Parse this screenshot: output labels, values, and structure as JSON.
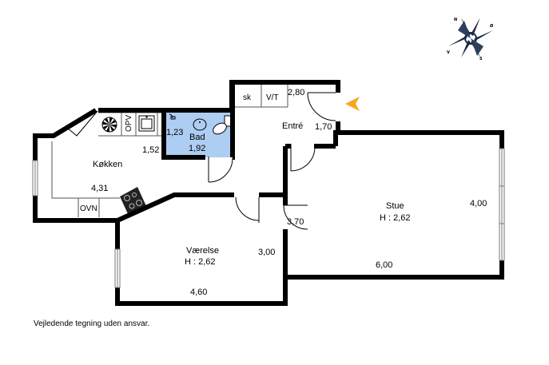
{
  "compass": {
    "north": "N",
    "east": "Ø",
    "south": "S",
    "west": "V"
  },
  "rooms": {
    "kitchen": {
      "name": "Køkken",
      "dim_width": "4,31",
      "dim_depth": "1,52"
    },
    "bath": {
      "name": "Bad",
      "dim_width": "1,23",
      "dim_depth": "1,92"
    },
    "entry": {
      "name": "Entré",
      "dim_width": "2,80",
      "dim_depth": "1,70"
    },
    "living": {
      "name": "Stue",
      "height": "H : 2,62",
      "dim_width": "6,00",
      "dim_depth": "4,00"
    },
    "bedroom": {
      "name": "Værelse",
      "height": "H : 2,62",
      "dim_width": "4,60",
      "dim_depth": "3,00"
    },
    "hall": {
      "dim": "3,70"
    }
  },
  "fixtures": {
    "sk": "sk",
    "vt": "V/T",
    "opv": "OPV",
    "ovn": "OVN"
  },
  "entrance_color": "#f5a623",
  "bath_color": "#aecdf2",
  "disclaimer": "Vejledende tegning uden ansvar."
}
